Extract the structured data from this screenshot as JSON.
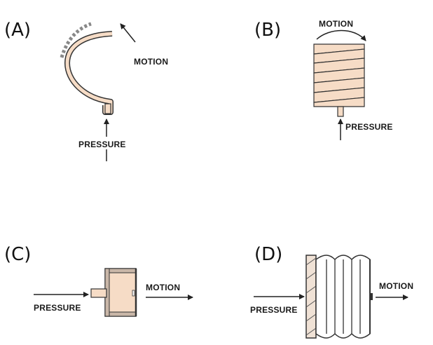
{
  "panels": {
    "a": {
      "letter": "(A)",
      "motion": "MOTION",
      "pressure": "PRESSURE",
      "device": "bourdon-tube-c"
    },
    "b": {
      "letter": "(B)",
      "motion": "MOTION",
      "pressure": "PRESSURE",
      "device": "helical-coil"
    },
    "c": {
      "letter": "(C)",
      "motion": "MOTION",
      "pressure": "PRESSURE",
      "device": "diaphragm-capsule"
    },
    "d": {
      "letter": "(D)",
      "motion": "MOTION",
      "pressure": "PRESSURE",
      "device": "bellows"
    }
  },
  "colors": {
    "element_fill": "#f6dcc6",
    "outline": "#333333",
    "arrow": "#222222"
  }
}
